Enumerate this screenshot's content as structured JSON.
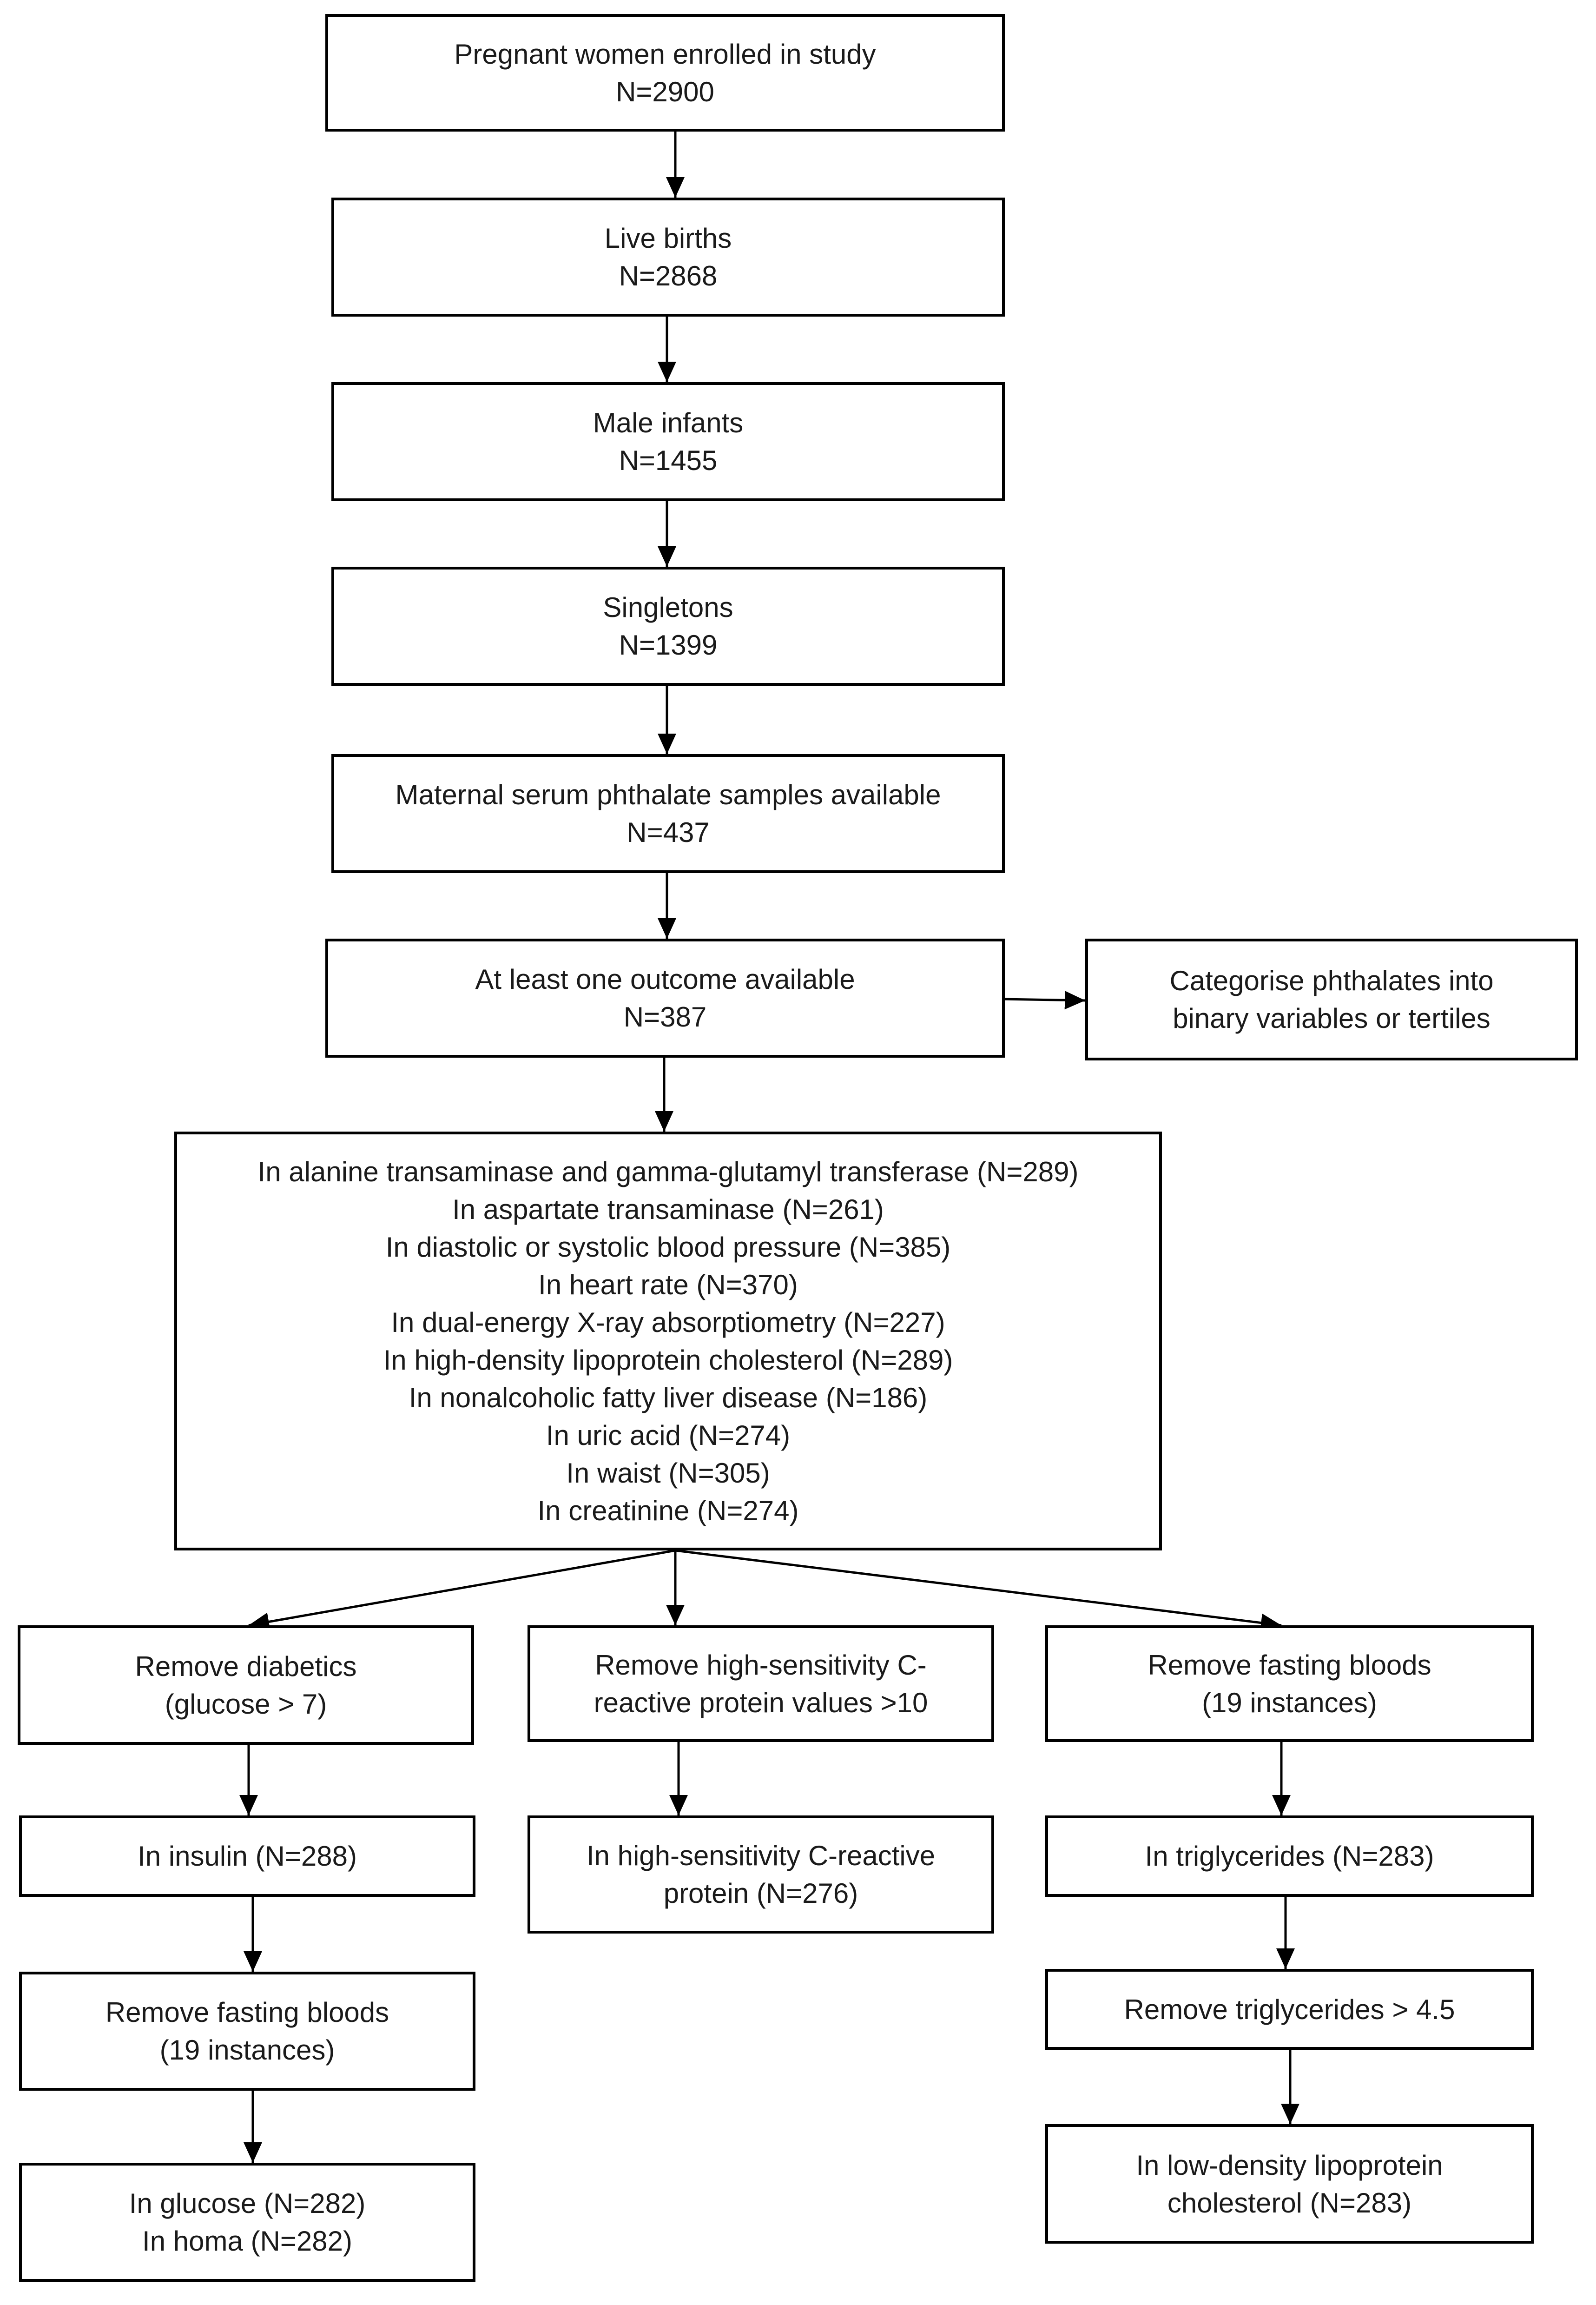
{
  "boxes": {
    "enrolled": [
      "Pregnant women enrolled in study",
      "N=2900"
    ],
    "live_births": [
      "Live births",
      "N=2868"
    ],
    "male_infants": [
      "Male infants",
      "N=1455"
    ],
    "singletons": [
      "Singletons",
      "N=1399"
    ],
    "phthalate_samples": [
      "Maternal serum phthalate samples available",
      "N=437"
    ],
    "outcome_available": [
      "At least one outcome available",
      "N=387"
    ],
    "categorise": [
      "Categorise phthalates into",
      "binary variables or tertiles"
    ],
    "outcomes": [
      "In alanine transaminase and gamma-glutamyl transferase (N=289)",
      "In aspartate transaminase (N=261)",
      "In diastolic or systolic blood pressure (N=385)",
      "In heart rate (N=370)",
      "In dual-energy X-ray absorptiometry (N=227)",
      "In high-density lipoprotein cholesterol (N=289)",
      "In nonalcoholic fatty liver disease (N=186)",
      "In uric acid (N=274)",
      "In waist (N=305)",
      "In creatinine (N=274)"
    ],
    "remove_diabetics": [
      "Remove diabetics",
      "(glucose > 7)"
    ],
    "remove_crp": [
      "Remove high-sensitivity C-",
      "reactive protein values >10"
    ],
    "remove_fasting_right": [
      "Remove fasting bloods",
      "(19 instances)"
    ],
    "insulin": [
      "In insulin (N=288)"
    ],
    "crp": [
      "In high-sensitivity C-reactive",
      "protein (N=276)"
    ],
    "triglycerides": [
      "In triglycerides (N=283)"
    ],
    "remove_fasting_left": [
      "Remove fasting bloods",
      "(19 instances)"
    ],
    "remove_triglycerides": [
      "Remove triglycerides > 4.5"
    ],
    "glucose_homa": [
      "In glucose (N=282)",
      "In homa (N=282)"
    ],
    "ldl": [
      "In low-density lipoprotein",
      "cholesterol (N=283)"
    ]
  }
}
